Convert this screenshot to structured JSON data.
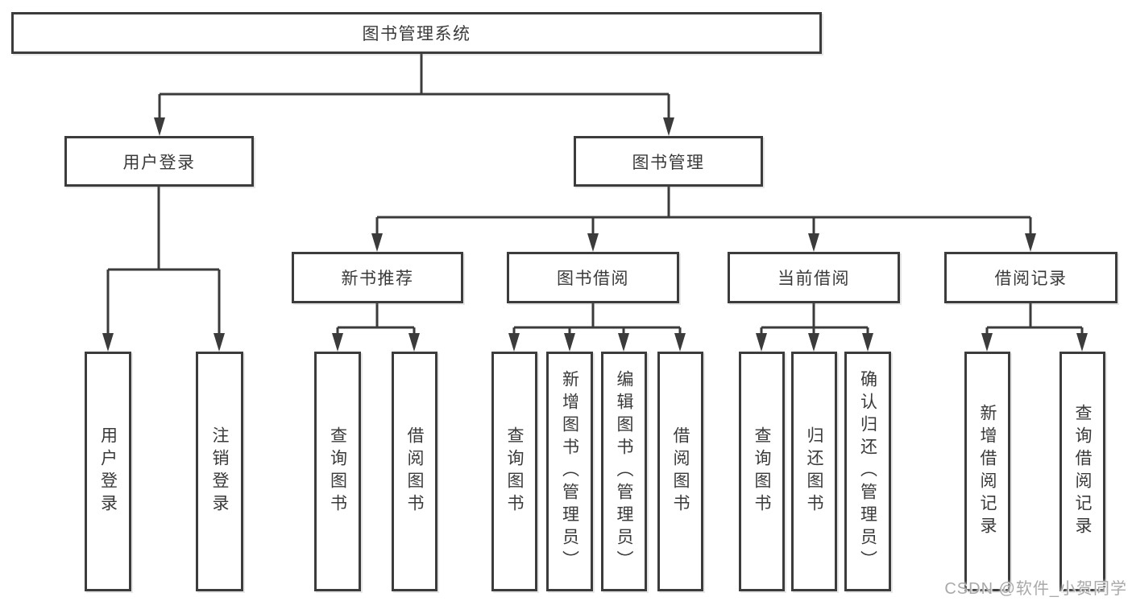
{
  "diagram_type": "tree",
  "colors": {
    "line": "#3b3b3b",
    "box_border": "#3c3c3c",
    "text": "#3a3a3a",
    "background": "#ffffff",
    "watermark": "#a9a9a9"
  },
  "tree": {
    "root": {
      "label": "图书管理系统",
      "children": [
        {
          "label": "用户登录",
          "children": [
            {
              "label": "用户登录"
            },
            {
              "label": "注销登录"
            }
          ]
        },
        {
          "label": "图书管理",
          "children": [
            {
              "label": "新书推荐",
              "children": [
                {
                  "label": "查询图书"
                },
                {
                  "label": "借阅图书"
                }
              ]
            },
            {
              "label": "图书借阅",
              "children": [
                {
                  "label": "查询图书"
                },
                {
                  "label": "新增图书（管理员）"
                },
                {
                  "label": "编辑图书（管理员）"
                },
                {
                  "label": "借阅图书"
                }
              ]
            },
            {
              "label": "当前借阅",
              "children": [
                {
                  "label": "查询图书"
                },
                {
                  "label": "归还图书"
                },
                {
                  "label": "确认归还（管理员）"
                }
              ]
            },
            {
              "label": "借阅记录",
              "children": [
                {
                  "label": "新增借阅记录"
                },
                {
                  "label": "查询借阅记录"
                }
              ]
            }
          ]
        }
      ]
    }
  },
  "watermark": {
    "text": "CSDN @软件_小贺同学"
  }
}
